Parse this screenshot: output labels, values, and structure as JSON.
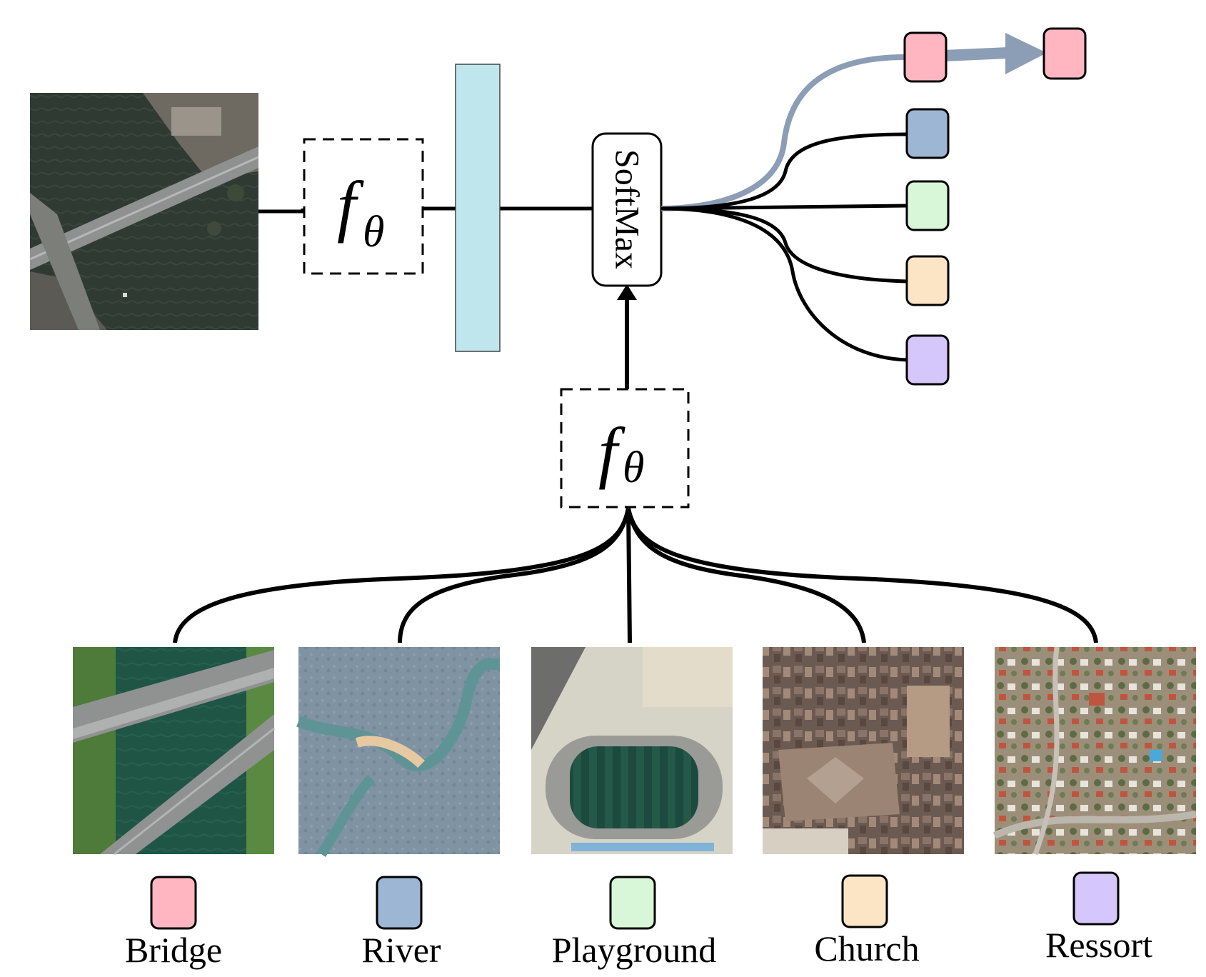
{
  "function_symbol": "f",
  "function_subscript": "θ",
  "softmax_label": "SoftMax",
  "colors": {
    "feature_bar": "#bfe6ec",
    "highlight_path": "#8c9db6",
    "bridge": "#ffb6c1",
    "river": "#9db6d3",
    "playground": "#d8f7d8",
    "church": "#fbe5c5",
    "ressort": "#d5c6fb"
  },
  "query_image": {
    "icon": "aerial-bridge-over-river-photo",
    "predicted_class": "Bridge"
  },
  "support_classes": [
    {
      "label": "Bridge",
      "icon": "aerial-highway-bridges-photo",
      "color": "#ffb6c1"
    },
    {
      "label": "River",
      "icon": "aerial-river-photo",
      "color": "#9db6d3"
    },
    {
      "label": "Playground",
      "icon": "aerial-stadium-photo",
      "color": "#d8f7d8"
    },
    {
      "label": "Church",
      "icon": "aerial-church-photo",
      "color": "#fbe5c5"
    },
    {
      "label": "Ressort",
      "icon": "aerial-resort-photo",
      "color": "#d5c6fb"
    }
  ]
}
